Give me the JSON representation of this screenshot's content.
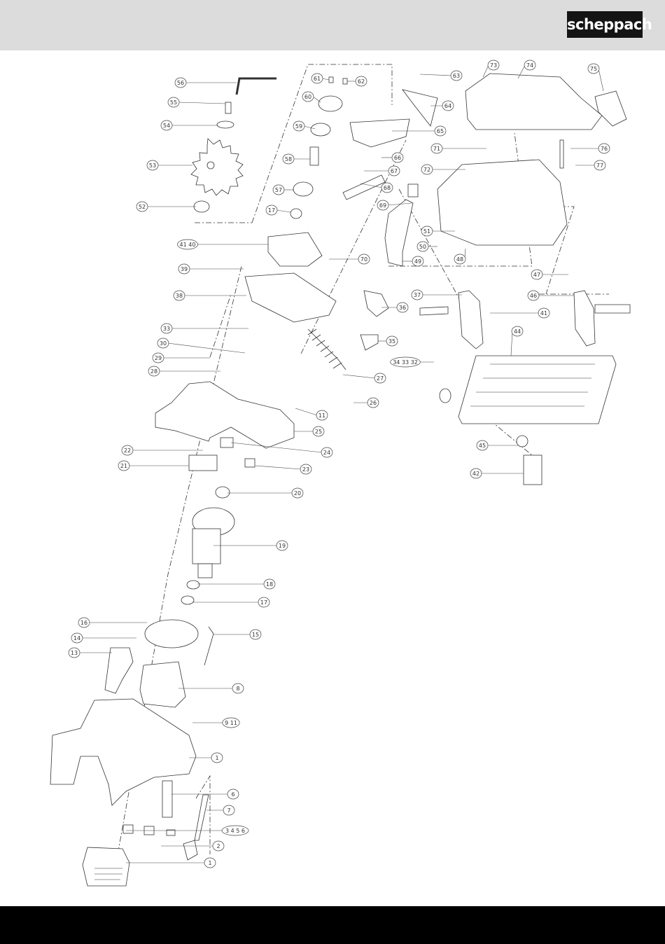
{
  "brand": {
    "logo_text": "scheppach"
  },
  "callouts": [
    {
      "id": "c56",
      "label": "56"
    },
    {
      "id": "c55",
      "label": "55"
    },
    {
      "id": "c54",
      "label": "54"
    },
    {
      "id": "c53",
      "label": "53"
    },
    {
      "id": "c52",
      "label": "52"
    },
    {
      "id": "c61",
      "label": "61"
    },
    {
      "id": "c62",
      "label": "62"
    },
    {
      "id": "c60",
      "label": "60"
    },
    {
      "id": "c59",
      "label": "59"
    },
    {
      "id": "c58",
      "label": "58"
    },
    {
      "id": "c57",
      "label": "57"
    },
    {
      "id": "c17a",
      "label": "17"
    },
    {
      "id": "c63",
      "label": "63"
    },
    {
      "id": "c64",
      "label": "64"
    },
    {
      "id": "c65",
      "label": "65"
    },
    {
      "id": "c66",
      "label": "66"
    },
    {
      "id": "c67",
      "label": "67"
    },
    {
      "id": "c68",
      "label": "68"
    },
    {
      "id": "c69",
      "label": "69"
    },
    {
      "id": "c73",
      "label": "73"
    },
    {
      "id": "c74",
      "label": "74"
    },
    {
      "id": "c75",
      "label": "75"
    },
    {
      "id": "c71",
      "label": "71"
    },
    {
      "id": "c72",
      "label": "72"
    },
    {
      "id": "c76",
      "label": "76"
    },
    {
      "id": "c77",
      "label": "77"
    },
    {
      "id": "c51",
      "label": "51"
    },
    {
      "id": "c50",
      "label": "50"
    },
    {
      "id": "c48",
      "label": "48"
    },
    {
      "id": "c49",
      "label": "49"
    },
    {
      "id": "c4140",
      "label": "41 40"
    },
    {
      "id": "c70",
      "label": "70"
    },
    {
      "id": "c39",
      "label": "39"
    },
    {
      "id": "c38",
      "label": "38"
    },
    {
      "id": "c37",
      "label": "37"
    },
    {
      "id": "c36",
      "label": "36"
    },
    {
      "id": "c47",
      "label": "47"
    },
    {
      "id": "c46",
      "label": "46"
    },
    {
      "id": "c41b",
      "label": "41"
    },
    {
      "id": "c33",
      "label": "33"
    },
    {
      "id": "c30",
      "label": "30"
    },
    {
      "id": "c35",
      "label": "35"
    },
    {
      "id": "c29",
      "label": "29"
    },
    {
      "id": "c343332",
      "label": "34 33 32"
    },
    {
      "id": "c44",
      "label": "44"
    },
    {
      "id": "c28",
      "label": "28"
    },
    {
      "id": "c27",
      "label": "27"
    },
    {
      "id": "c26",
      "label": "26"
    },
    {
      "id": "c11a",
      "label": "11"
    },
    {
      "id": "c25",
      "label": "25"
    },
    {
      "id": "c24",
      "label": "24"
    },
    {
      "id": "c22",
      "label": "22"
    },
    {
      "id": "c45",
      "label": "45"
    },
    {
      "id": "c21",
      "label": "21"
    },
    {
      "id": "c23",
      "label": "23"
    },
    {
      "id": "c42",
      "label": "42"
    },
    {
      "id": "c20",
      "label": "20"
    },
    {
      "id": "c19",
      "label": "19"
    },
    {
      "id": "c18",
      "label": "18"
    },
    {
      "id": "c17b",
      "label": "17"
    },
    {
      "id": "c16",
      "label": "16"
    },
    {
      "id": "c15",
      "label": "15"
    },
    {
      "id": "c14",
      "label": "14"
    },
    {
      "id": "c13",
      "label": "13"
    },
    {
      "id": "c8",
      "label": "8"
    },
    {
      "id": "c911",
      "label": "9 11"
    },
    {
      "id": "c1",
      "label": "1"
    },
    {
      "id": "c6",
      "label": "6"
    },
    {
      "id": "c7",
      "label": "7"
    },
    {
      "id": "c3456",
      "label": "3 4 5 6"
    },
    {
      "id": "c2",
      "label": "2"
    },
    {
      "id": "c1b",
      "label": "1"
    }
  ]
}
